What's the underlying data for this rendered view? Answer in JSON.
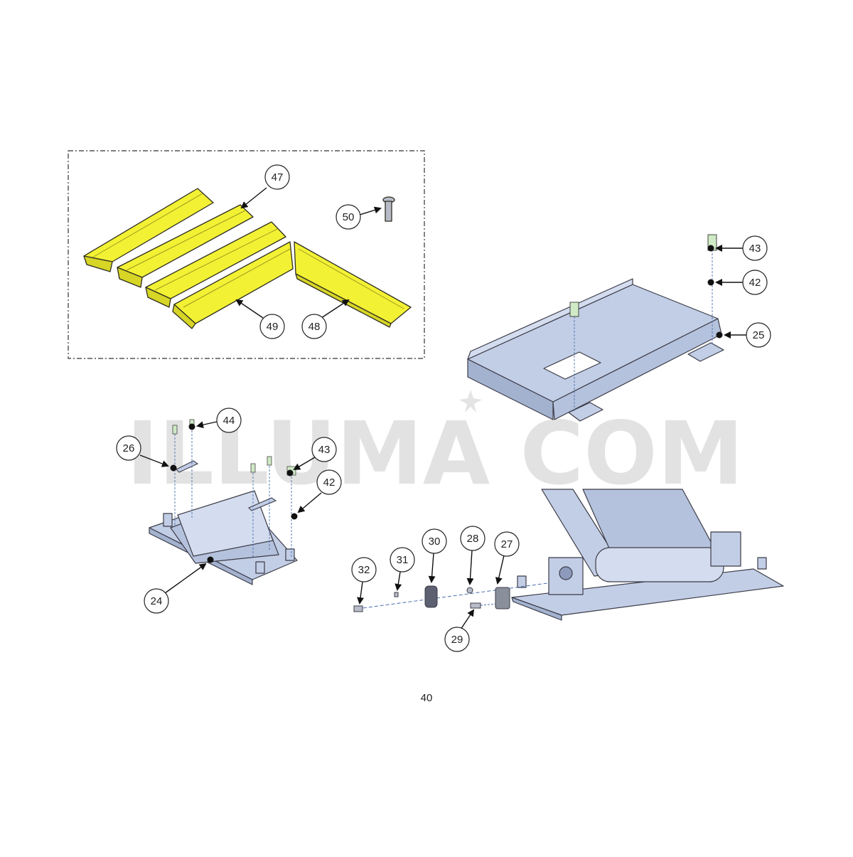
{
  "page": {
    "number": "40"
  },
  "watermark": {
    "text": "ILLUMA COM"
  },
  "callouts": {
    "c47": "47",
    "c50": "50",
    "c49": "49",
    "c48": "48",
    "c43_right": "43",
    "c42_right": "42",
    "c25": "25",
    "c44": "44",
    "c26": "26",
    "c43_left": "43",
    "c42_left": "42",
    "c24": "24",
    "c32": "32",
    "c31": "31",
    "c30": "30",
    "c28": "28",
    "c27": "27",
    "c29": "29"
  },
  "colors": {
    "cover_yellow": "#f3f134",
    "part_blue": "#c2cee6",
    "part_blue_dark": "#a3b2cf",
    "edge": "#3c3c48",
    "bolt_green": "#cfeac5"
  }
}
